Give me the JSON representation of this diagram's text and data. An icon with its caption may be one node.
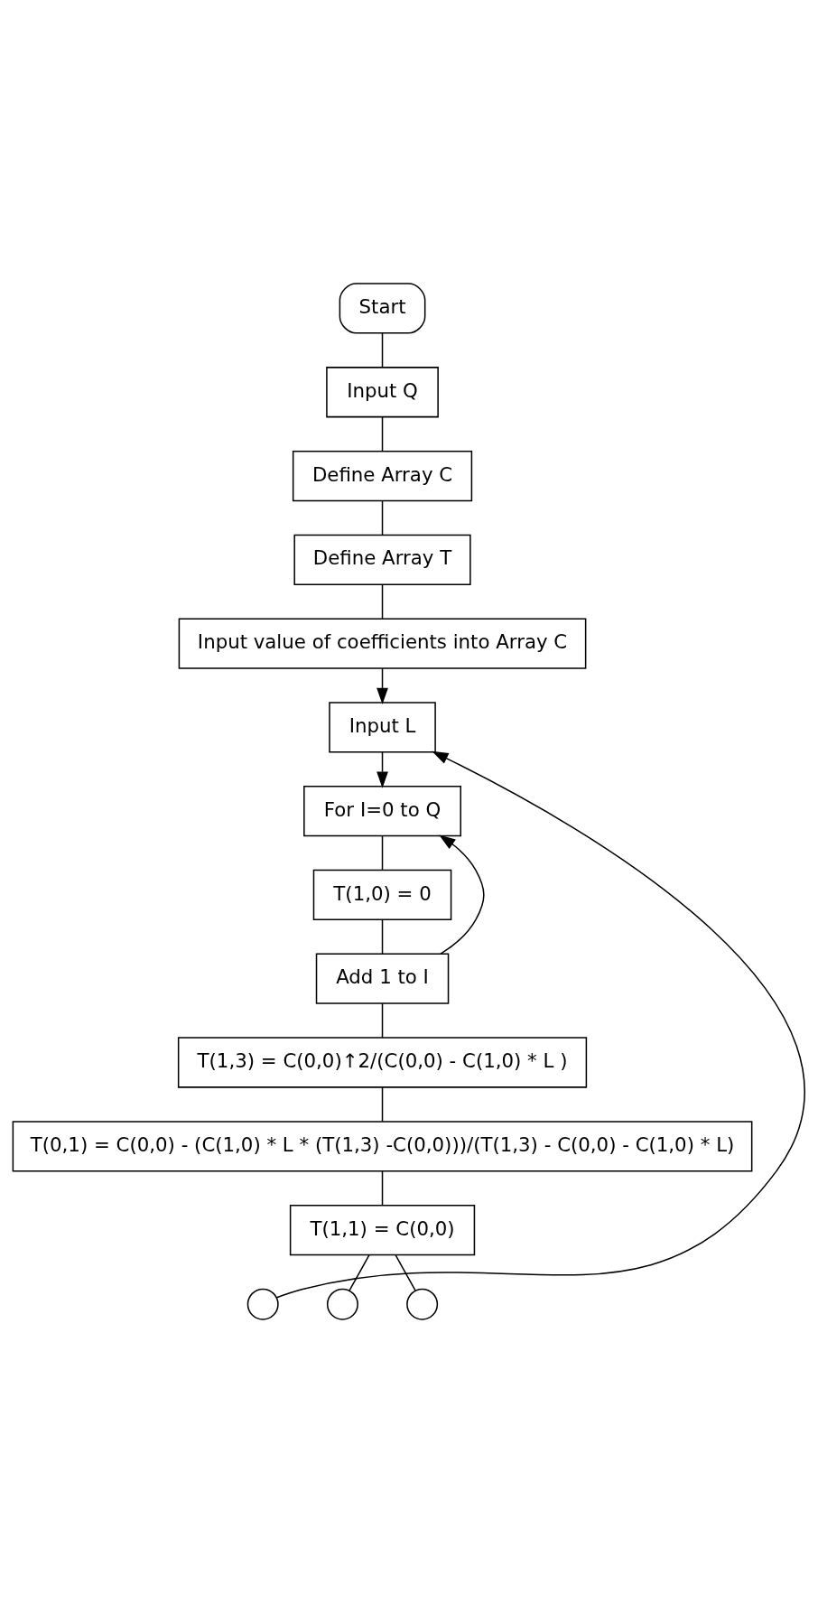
{
  "diagram": {
    "nodes": [
      {
        "text": [
          "Start"
        ]
      },
      {
        "text": [
          "Input Q"
        ]
      },
      {
        "text": [
          "Define Array C"
        ]
      },
      {
        "text": [
          "Define Array T"
        ]
      },
      {
        "text": [
          "Input value of coefficients into Array C"
        ]
      },
      {
        "text": [
          "Input L"
        ]
      },
      {
        "text": [
          "For I=0 to Q"
        ]
      },
      {
        "text": [
          "T(1,0) = 0"
        ]
      },
      {
        "text": [
          "Add 1 to I"
        ]
      },
      {
        "text": [
          "T(1,3) = C(0,0)↑2/(C(0,0) - C(1,0) * L )"
        ]
      },
      {
        "text": [
          "T(0,1) = C(0,0) - (C(1,0) * L * (T(1,3) -C(0,0)))/(T(1,3) - C(0,0) - C(1,0) * L)"
        ]
      },
      {
        "text": [
          "T(1,1) = C(0,0)"
        ]
      },
      {
        "text": [],
        "shape": "circle"
      },
      {
        "text": [],
        "shape": "circle"
      },
      {
        "text": [],
        "shape": "circle"
      }
    ],
    "edges": [
      {
        "from": 0,
        "to": 1,
        "arrow": "none"
      },
      {
        "from": 1,
        "to": 2,
        "arrow": "none"
      },
      {
        "from": 2,
        "to": 3,
        "arrow": "none"
      },
      {
        "from": 3,
        "to": 4,
        "arrow": "none"
      },
      {
        "from": 4,
        "to": 5,
        "arrow": "to"
      },
      {
        "from": 12,
        "to": 5,
        "arrow": "to"
      },
      {
        "from": 5,
        "to": 6,
        "arrow": "to"
      },
      {
        "from": 8,
        "to": 6,
        "arrow": "to"
      },
      {
        "from": 6,
        "to": 7,
        "arrow": "none"
      },
      {
        "from": 7,
        "to": 8,
        "arrow": "none"
      },
      {
        "from": 8,
        "to": 9,
        "arrow": "none"
      },
      {
        "from": 9,
        "to": 10,
        "arrow": "none"
      },
      {
        "from": 10,
        "to": 11,
        "arrow": "none"
      },
      {
        "from": 11,
        "to": 13,
        "arrow": "none"
      },
      {
        "from": 11,
        "to": 14,
        "arrow": "none"
      }
    ]
  }
}
